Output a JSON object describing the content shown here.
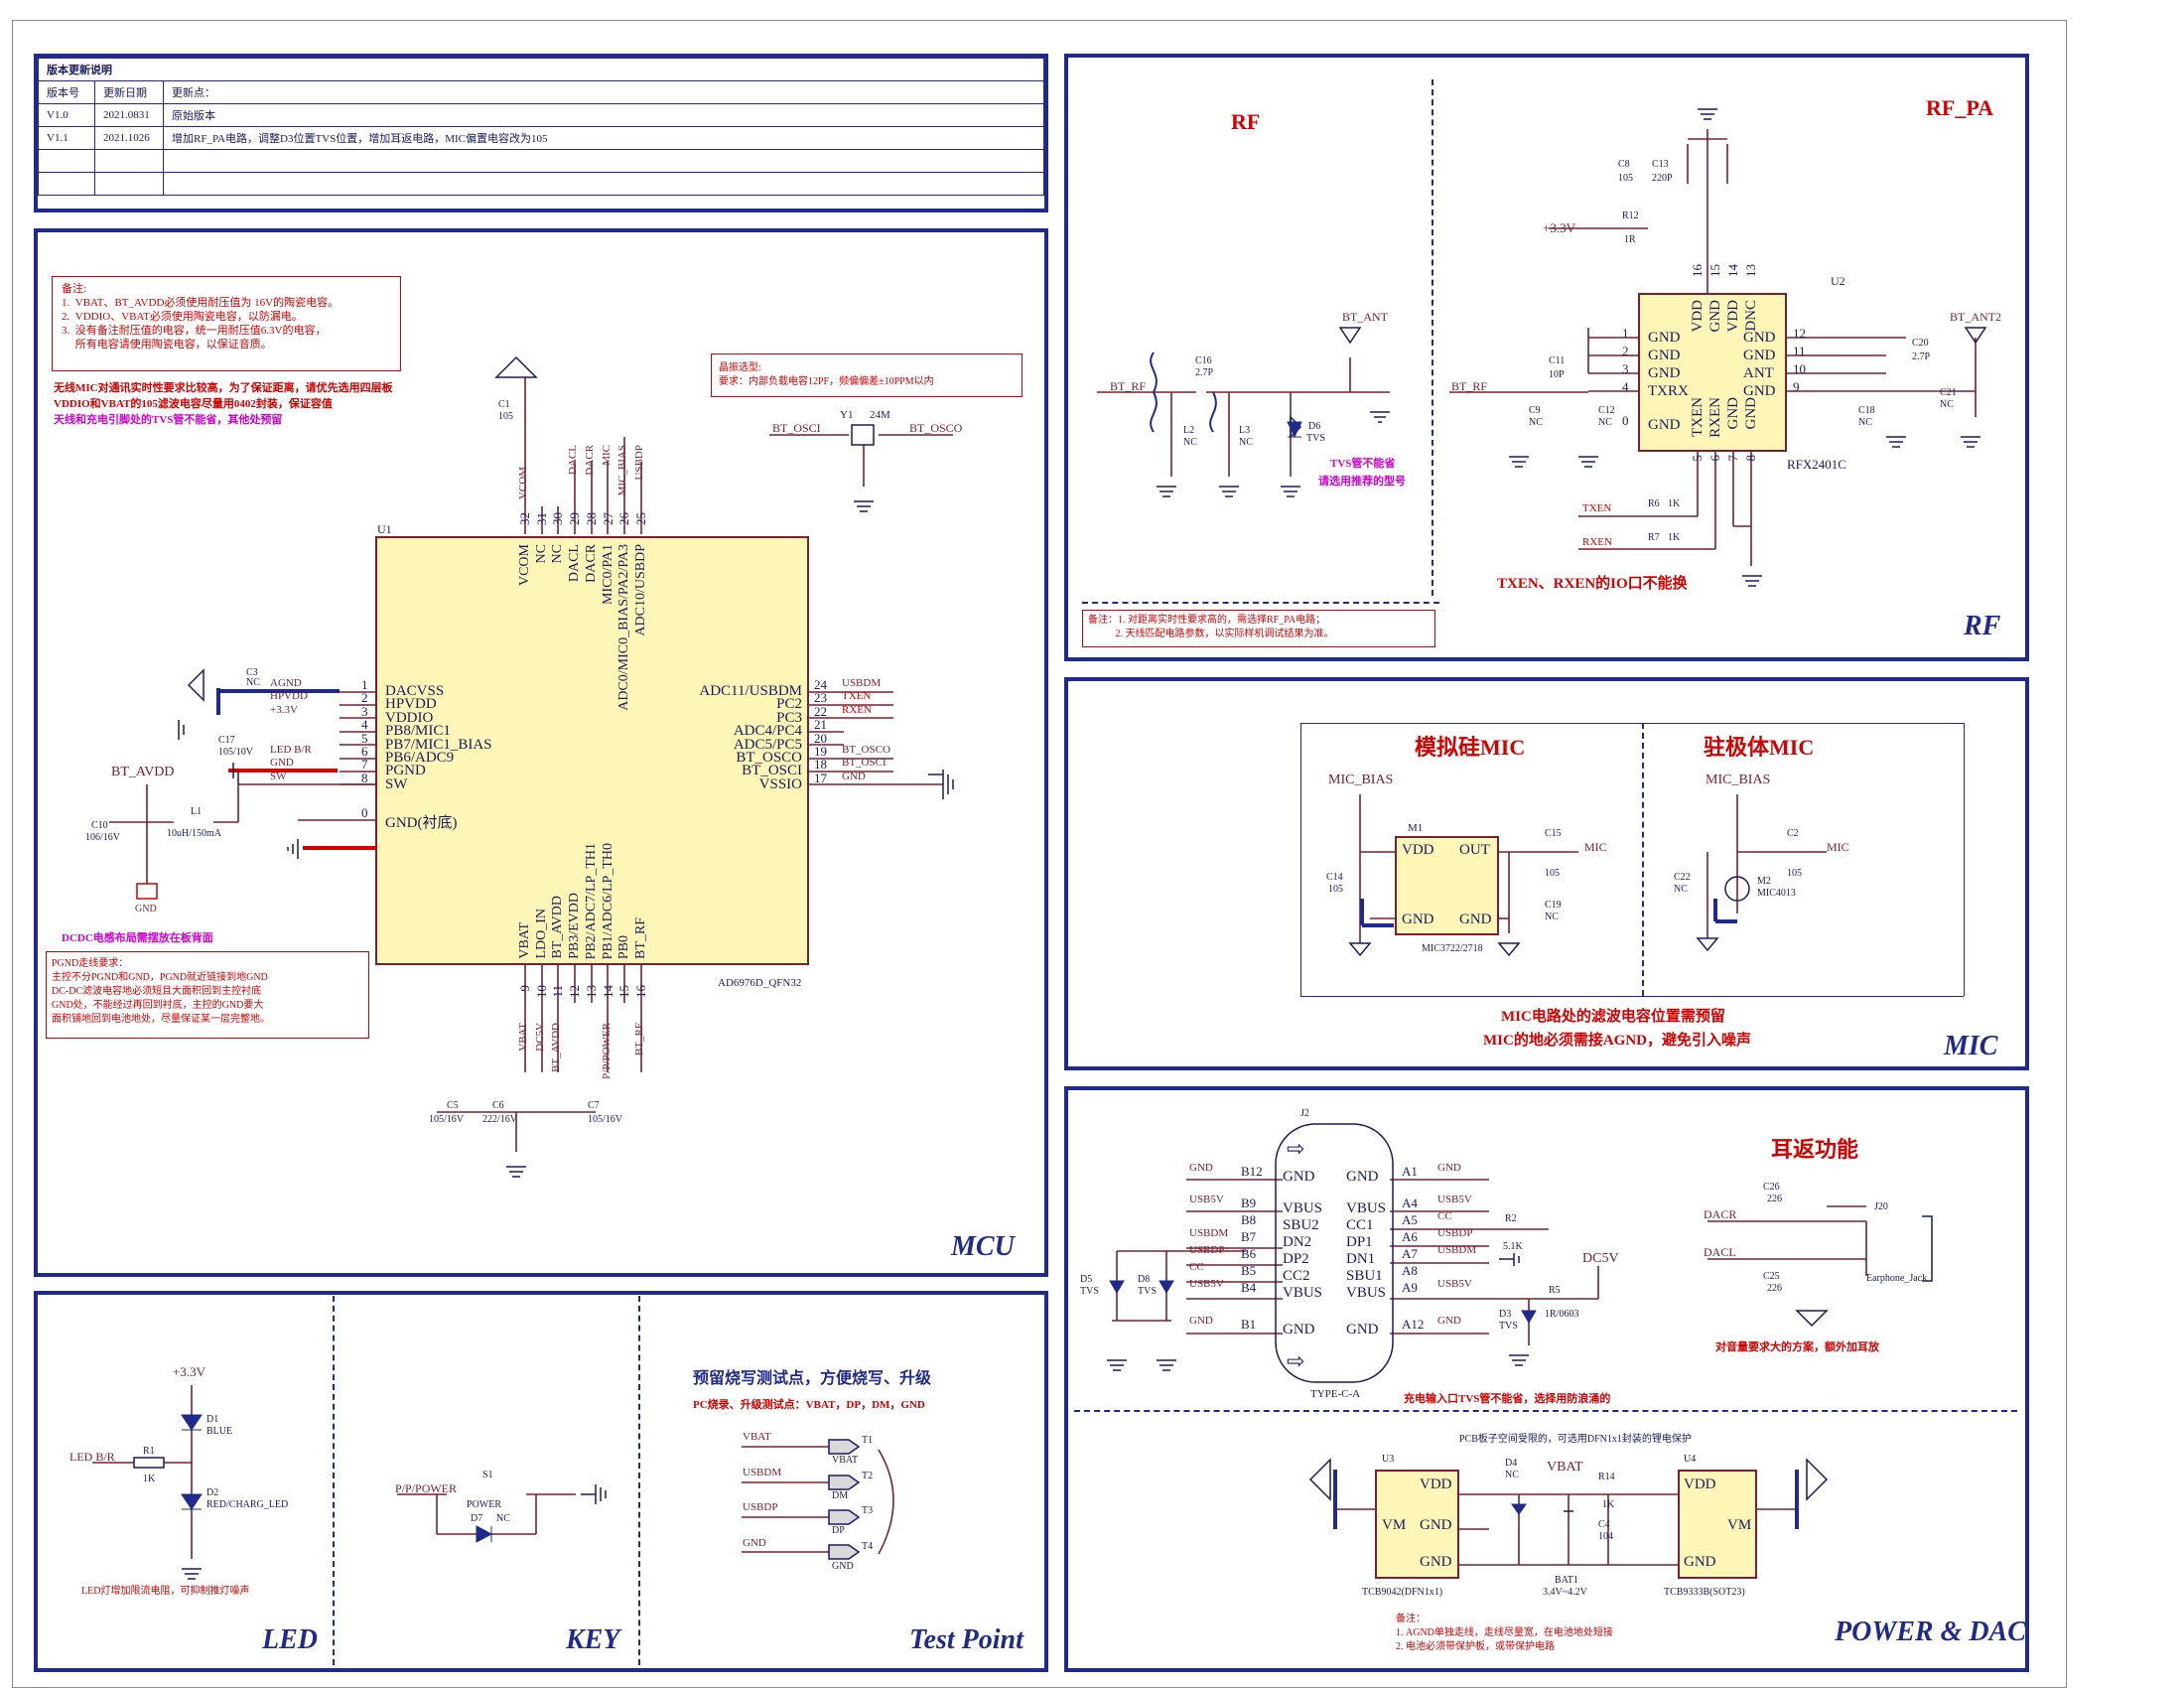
{
  "revision": {
    "title": "版本更新说明",
    "headers": [
      "版本号",
      "更新日期",
      "更新点："
    ],
    "rows": [
      [
        "V1.0",
        "2021.0831",
        "原始版本"
      ],
      [
        "V1.1",
        "2021.1026",
        "增加RF_PA电路，调整D3位置TVS位置，增加耳返电路，MIC偏置电容改为105"
      ],
      [
        "",
        "",
        ""
      ],
      [
        "",
        "",
        ""
      ]
    ]
  },
  "panels": {
    "mcu": "MCU",
    "rf": "RF",
    "mic": "MIC",
    "power": "POWER & DAC",
    "led": "LED",
    "key": "KEY",
    "test": "Test Point"
  },
  "mcu": {
    "note_lines": "备注:\n1.  VBAT、BT_AVDD必须使用耐压值为 16V的陶瓷电容。\n2.  VDDIO、VBAT必须使用陶瓷电容，以防漏电。\n3.  没有备注耐压值的电容，统一用耐压值6.3V的电容，\n     所有电容请使用陶瓷电容，以保证音质。",
    "warn1": "无线MIC对通讯实时性要求比较高，为了保证距离，请优先选用四层板",
    "warn2": "VDDIO和VBAT的105滤波电容尽量用0402封装，保证容值",
    "warn3": "天线和充电引脚处的TVS管不能省，其他处预留",
    "crystal_note": "晶振选型:\n要求：内部负载电容12PF，频偏偏差±10PPM以内",
    "dcdc_note": "DCDC电感布局需摆放在板背面",
    "pgnd_note": "PGND走线要求：\n主控不分PGND和GND，PGND就近链接到地GND\nDC-DC滤波电容地必须短且大面积回到主控衬底\nGND处，不能经过再回到衬底，主控的GND要大\n面积铺地回到电池地处，尽量保证某一层完整地。",
    "chip_ref": "U1",
    "chip_part": "AD6976D_QFN32",
    "left_pins": [
      {
        "num": "1",
        "name": "DACVSS",
        "net": "AGND"
      },
      {
        "num": "2",
        "name": "HPVDD",
        "net": "HPVDD"
      },
      {
        "num": "3",
        "name": "VDDIO",
        "net": "+3.3V"
      },
      {
        "num": "4",
        "name": "PB8/MIC1",
        "net": ""
      },
      {
        "num": "5",
        "name": "PB7/MIC1_BIAS",
        "net": ""
      },
      {
        "num": "6",
        "name": "PB6/ADC9",
        "net": "LED B/R"
      },
      {
        "num": "7",
        "name": "PGND",
        "net": "GND"
      },
      {
        "num": "8",
        "name": "SW",
        "net": "SW"
      },
      {
        "num": "0",
        "name": "GND(衬底)",
        "net": ""
      }
    ],
    "right_pins": [
      {
        "num": "24",
        "name": "ADC11/USBDM",
        "net": "USBDM"
      },
      {
        "num": "23",
        "name": "PC2",
        "net": "TXEN"
      },
      {
        "num": "22",
        "name": "PC3",
        "net": "RXEN"
      },
      {
        "num": "21",
        "name": "ADC4/PC4",
        "net": ""
      },
      {
        "num": "20",
        "name": "ADC5/PC5",
        "net": ""
      },
      {
        "num": "19",
        "name": "BT_OSCO",
        "net": "BT_OSCO"
      },
      {
        "num": "18",
        "name": "BT_OSCI",
        "net": "BT_OSCI"
      },
      {
        "num": "17",
        "name": "VSSIO",
        "net": "GND"
      }
    ],
    "top_pins": [
      {
        "num": "32",
        "name": "VCOM",
        "net": "VCOM"
      },
      {
        "num": "31",
        "name": "NC",
        "net": ""
      },
      {
        "num": "30",
        "name": "NC",
        "net": ""
      },
      {
        "num": "29",
        "name": "DACL",
        "net": "DACL"
      },
      {
        "num": "28",
        "name": "DACR",
        "net": "DACR"
      },
      {
        "num": "27",
        "name": "MIC0/PA1",
        "net": "MIC"
      },
      {
        "num": "26",
        "name": "ADC0/MIC0_BIAS/PA2/PA3",
        "net": "MIC_BIAS"
      },
      {
        "num": "25",
        "name": "ADC10/USBDP",
        "net": "USBDP"
      }
    ],
    "bottom_pins": [
      {
        "num": "9",
        "name": "VBAT",
        "net": "VBAT"
      },
      {
        "num": "10",
        "name": "LDO_IN",
        "net": "DC5V"
      },
      {
        "num": "11",
        "name": "BT_AVDD",
        "net": "BT_AVDD"
      },
      {
        "num": "12",
        "name": "PB3/EVDD",
        "net": ""
      },
      {
        "num": "13",
        "name": "PB2/ADC7/LP_TH1",
        "net": ""
      },
      {
        "num": "14",
        "name": "PB1/ADC6/LP_TH0",
        "net": "P/P/POWER"
      },
      {
        "num": "15",
        "name": "PB0",
        "net": ""
      },
      {
        "num": "16",
        "name": "BT_RF",
        "net": "BT_RF"
      }
    ],
    "parts": {
      "c1": "C1",
      "c1v": "105",
      "c3": "C3",
      "c3v": "NC",
      "c17": "C17",
      "c17v": "105/10V",
      "c10": "C10",
      "c10v": "106/16V",
      "l1": "L1",
      "l1v": "10uH/150mA",
      "y1": "Y1",
      "y1v": "24M",
      "c5": "C5",
      "c5v": "105/16V",
      "c6": "C6",
      "c6v": "222/16V",
      "c7": "C7",
      "c7v": "105/16V",
      "bt_avdd": "BT_AVDD",
      "gnd": "GND",
      "bt_osci": "BT_OSCI",
      "bt_osco": "BT_OSCO"
    }
  },
  "rf": {
    "rf_title": "RF",
    "pa_title": "RF_PA",
    "bt_rf": "BT_RF",
    "bt_ant": "BT_ANT",
    "bt_ant2": "BT_ANT2",
    "c16": "C16",
    "c16v": "2.7P",
    "l2": "L2",
    "l2v": "NC",
    "l3": "L3",
    "l3v": "NC",
    "d6": "D6",
    "d6v": "TVS",
    "tvs_note1": "TVS管不能省",
    "tvs_note2": "请选用推荐的型号",
    "c8": "C8",
    "c8v": "105",
    "c13": "C13",
    "c13v": "220P",
    "r12": "R12",
    "r12v": "1R",
    "vcc": "+3.3V",
    "u2": "U2",
    "u2part": "RFX2401C",
    "u2_left": [
      {
        "num": "1",
        "name": "GND"
      },
      {
        "num": "2",
        "name": "GND"
      },
      {
        "num": "3",
        "name": "GND"
      },
      {
        "num": "4",
        "name": "TXRX"
      },
      {
        "num": "0",
        "name": "GND"
      }
    ],
    "u2_right": [
      {
        "num": "12",
        "name": "GND"
      },
      {
        "num": "11",
        "name": "GND"
      },
      {
        "num": "10",
        "name": "ANT"
      },
      {
        "num": "9",
        "name": "GND"
      }
    ],
    "u2_top": [
      {
        "num": "16",
        "name": "VDD"
      },
      {
        "num": "15",
        "name": "GND"
      },
      {
        "num": "14",
        "name": "VDD"
      },
      {
        "num": "13",
        "name": "DNC"
      }
    ],
    "u2_bottom": [
      {
        "num": "5",
        "name": "TXEN"
      },
      {
        "num": "6",
        "name": "RXEN"
      },
      {
        "num": "7",
        "name": "GND"
      },
      {
        "num": "8",
        "name": "GND"
      }
    ],
    "c11": "C11",
    "c11v": "10P",
    "c9": "C9",
    "c9v": "NC",
    "c12": "C12",
    "c12v": "NC",
    "c20": "C20",
    "c20v": "2.7P",
    "c18": "C18",
    "c18v": "NC",
    "c21": "C21",
    "c21v": "NC",
    "txen": "TXEN",
    "rxen": "RXEN",
    "r6": "R6",
    "r6v": "1K",
    "r7": "R7",
    "r7v": "1K",
    "io_note": "TXEN、RXEN的IO口不能换",
    "note": "备注：1. 对距离实时性要求高的，需选择RF_PA电路；\n           2. 天线匹配电路参数，以实际样机调试结果为准。"
  },
  "mic": {
    "analog_title": "模拟硅MIC",
    "electret_title": "驻极体MIC",
    "mic_bias": "MIC_BIAS",
    "m1": "M1",
    "m1part": "MIC3722/2718",
    "vdd": "VDD",
    "out": "OUT",
    "gnd": "GND",
    "c14": "C14",
    "c14v": "105",
    "c15": "C15",
    "c15v": "105",
    "c19": "C19",
    "c19v": "NC",
    "mic": "MIC",
    "c22": "C22",
    "c22v": "NC",
    "c2": "C2",
    "c2v": "105",
    "m2": "M2",
    "m2part": "MIC4013",
    "note1": "MIC电路处的滤波电容位置需预留",
    "note2": "MIC的地必须需接AGND，避免引入噪声"
  },
  "usb": {
    "j2": "J2",
    "part": "TYPE-C-A",
    "left_pins": [
      {
        "num": "B12",
        "name": "GND",
        "net": "GND"
      },
      {
        "num": "B9",
        "name": "VBUS",
        "net": "USB5V"
      },
      {
        "num": "B8",
        "name": "SBU2",
        "net": ""
      },
      {
        "num": "B7",
        "name": "DN2",
        "net": "USBDM"
      },
      {
        "num": "B6",
        "name": "DP2",
        "net": "USBDP"
      },
      {
        "num": "B5",
        "name": "CC2",
        "net": "CC"
      },
      {
        "num": "B4",
        "name": "VBUS",
        "net": "USB5V"
      },
      {
        "num": "B1",
        "name": "GND",
        "net": "GND"
      }
    ],
    "right_pins": [
      {
        "num": "A1",
        "name": "GND",
        "net": "GND"
      },
      {
        "num": "A4",
        "name": "VBUS",
        "net": "USB5V"
      },
      {
        "num": "A5",
        "name": "CC1",
        "net": "CC"
      },
      {
        "num": "A6",
        "name": "DP1",
        "net": "USBDP"
      },
      {
        "num": "A7",
        "name": "DN1",
        "net": "USBDM"
      },
      {
        "num": "A8",
        "name": "SBU1",
        "net": ""
      },
      {
        "num": "A9",
        "name": "VBUS",
        "net": "USB5V"
      },
      {
        "num": "A12",
        "name": "GND",
        "net": "GND"
      }
    ],
    "d5": "D5",
    "d5v": "TVS",
    "d8": "D8",
    "d8v": "TVS",
    "d3": "D3",
    "d3v": "TVS",
    "r2": "R2",
    "r2v": "5.1K",
    "r5": "R5",
    "r5v": "1R/0603",
    "dc5v": "DC5V",
    "note": "充电输入口TVS管不能省，选择用防浪涌的"
  },
  "ear": {
    "title": "耳返功能",
    "dacr": "DACR",
    "dacl": "DACL",
    "c26": "C26",
    "c26v": "226",
    "c25": "C25",
    "c25v": "226",
    "j20": "J20",
    "part": "Earphone_Jack",
    "note": "对音量要求大的方案，额外加耳放"
  },
  "power": {
    "pcb_note": "PCB板子空间受限的，可选用DFN1x1封装的锂电保护",
    "u3": "U3",
    "u3part": "TCB9042(DFN1x1)",
    "u4": "U4",
    "u4part": "TCB9333B(SOT23)",
    "vdd": "VDD",
    "vm": "VM",
    "gnd": "GND",
    "d4": "D4",
    "d4v": "NC",
    "vbat": "VBAT",
    "r14": "R14",
    "r14v": "1K",
    "c4": "C4",
    "c4v": "104",
    "bat": "BAT1",
    "batv": "3.4V~4.2V",
    "note": "备注：\n1. AGND单独走线，走线尽量宽，在电池地处短接\n2. 电池必须带保护板，或带保护电路"
  },
  "led": {
    "vcc": "+3.3V",
    "d1": "D1",
    "d1v": "BLUE",
    "d2": "D2",
    "d2v": "RED/CHARG_LED",
    "r1": "R1",
    "r1v": "1K",
    "net": "LED B/R",
    "note": "LED灯增加限流电阻，可抑制推灯噪声"
  },
  "key": {
    "net": "P/P/POWER",
    "s1": "S1",
    "s1v": "POWER",
    "d7": "D7",
    "d7v": "NC"
  },
  "test": {
    "title": "预留烧写测试点，方便烧写、升级",
    "sub": "PC烧录、升级测试点：VBAT，DP，DM，GND",
    "points": [
      {
        "net": "VBAT",
        "ref": "T1",
        "label": "VBAT"
      },
      {
        "net": "USBDM",
        "ref": "T2",
        "label": "DM"
      },
      {
        "net": "USBDP",
        "ref": "T3",
        "label": "DP"
      },
      {
        "net": "GND",
        "ref": "T4",
        "label": "GND"
      }
    ]
  },
  "colors": {
    "frame": "#1f2a8c",
    "chip_fill": "#fdf6b6",
    "wire": "#7a2030",
    "note_red": "#d40000"
  }
}
